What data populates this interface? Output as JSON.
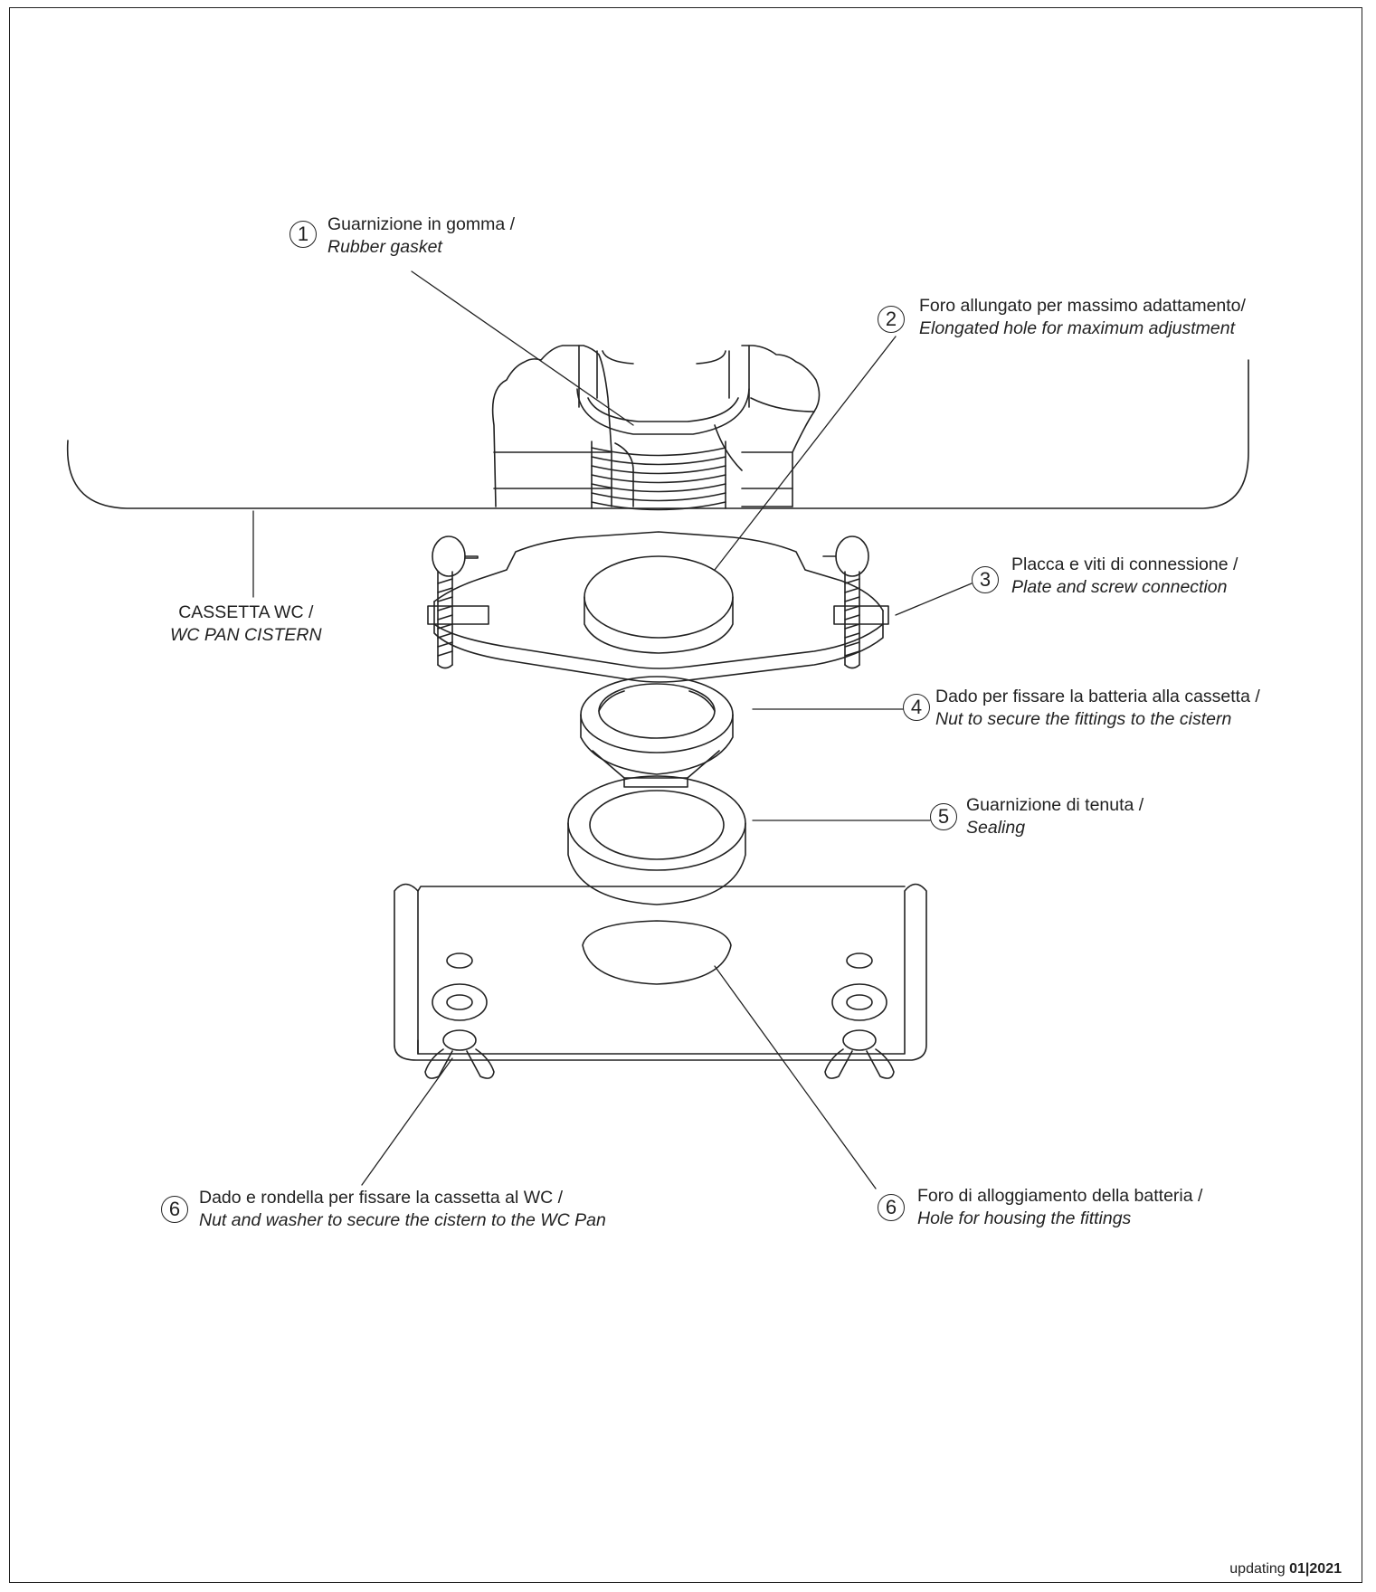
{
  "callouts": [
    {
      "num": "1",
      "it_label": "Guarnizione in gomma /",
      "en_label": "Rubber gasket"
    },
    {
      "num": "2",
      "it_label": "Foro allungato per massimo adattamento/",
      "en_label": "Elongated hole for maximum adjustment"
    },
    {
      "num": "3",
      "it_label": "Placca e viti di connessione /",
      "en_label": "Plate and screw connection"
    },
    {
      "num": "4",
      "it_label": "Dado per fissare la batteria alla cassetta /",
      "en_label": "Nut to secure the fittings to the cistern"
    },
    {
      "num": "5",
      "it_label": "Guarnizione di tenuta /",
      "en_label": "Sealing"
    },
    {
      "num": "6",
      "it_label": "Dado e rondella per fissare la cassetta al WC /",
      "en_label": "Nut and washer to secure the cistern to the WC Pan"
    },
    {
      "num": "6",
      "it_label": "Foro di alloggiamento della batteria /",
      "en_label": "Hole for housing the fittings"
    }
  ],
  "cistern": {
    "it_label": "CASSETTA WC /",
    "en_label": "WC PAN CISTERN"
  },
  "footer": {
    "prefix": "updating",
    "month": "01",
    "separator": "|",
    "year": "2021"
  }
}
